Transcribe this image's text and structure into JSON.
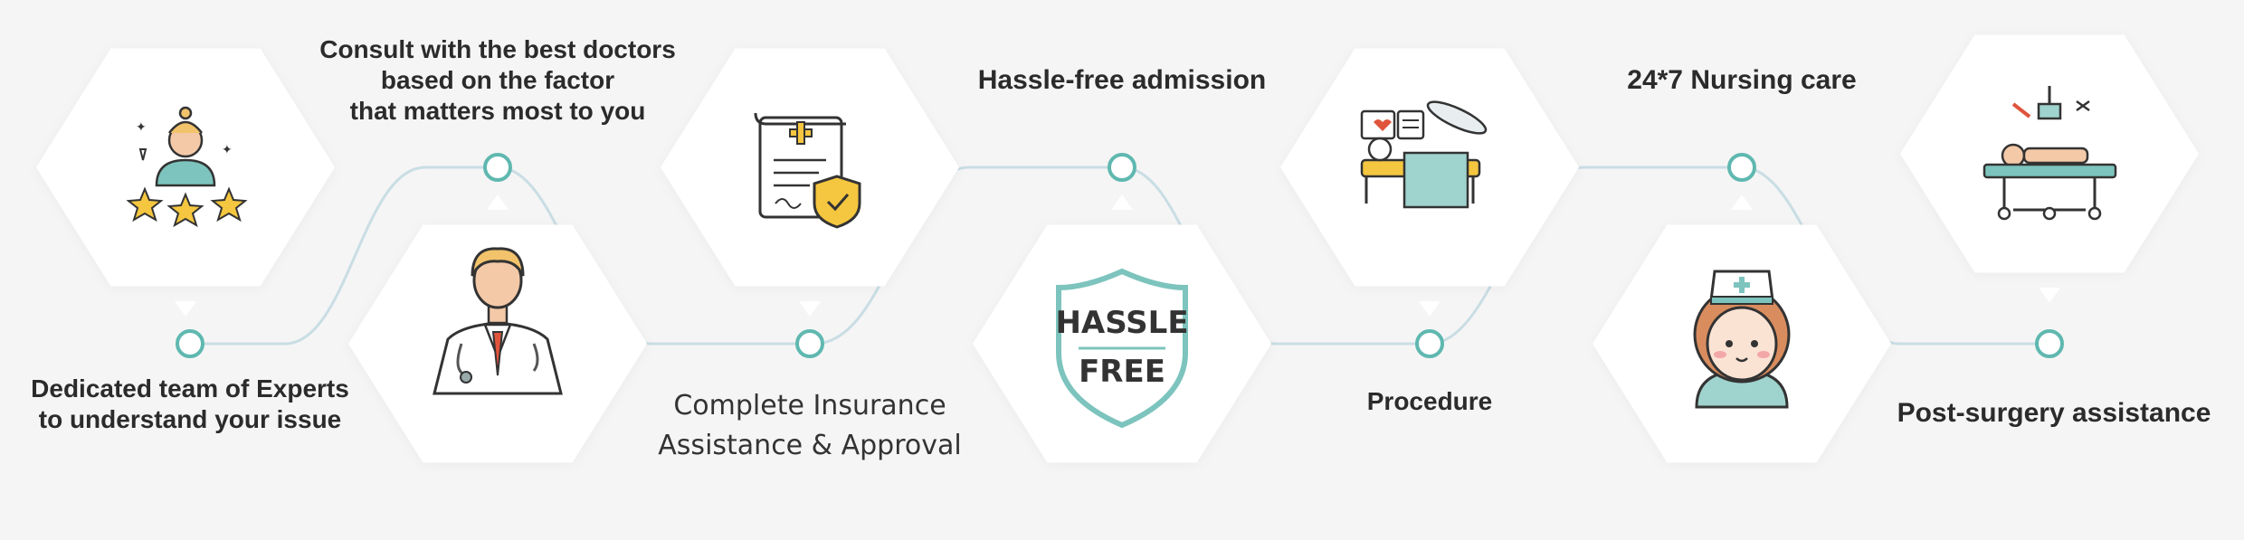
{
  "steps": [
    {
      "id": "experts",
      "lines": [
        "Dedicated team of Experts",
        "to understand your issue"
      ],
      "icon": "experts-stars-icon"
    },
    {
      "id": "consult",
      "lines": [
        "Consult with the best doctors",
        "based on the factor",
        "that matters most to you"
      ],
      "icon": "doctor-icon"
    },
    {
      "id": "insurance",
      "lines": [
        "Complete Insurance",
        "Assistance & Approval"
      ],
      "icon": "insurance-document-icon"
    },
    {
      "id": "admission",
      "lines": [
        "Hassle-free admission"
      ],
      "icon": "hassle-free-shield-icon"
    },
    {
      "id": "procedure",
      "lines": [
        "Procedure"
      ],
      "icon": "hospital-bed-icon"
    },
    {
      "id": "nursing",
      "lines": [
        "24*7 Nursing care"
      ],
      "icon": "nurse-icon"
    },
    {
      "id": "post_surgery",
      "lines": [
        "Post-surgery assistance"
      ],
      "icon": "surgery-table-icon"
    }
  ],
  "badge": {
    "line1": "HASSLE",
    "line2": "FREE"
  },
  "colors": {
    "background": "#f5f5f5",
    "card": "#ffffff",
    "path": "#c9dde4",
    "node": "#5fb8b0",
    "accent_teal": "#7cc4bd",
    "star": "#f5c63f",
    "text": "#2b2b2b"
  }
}
